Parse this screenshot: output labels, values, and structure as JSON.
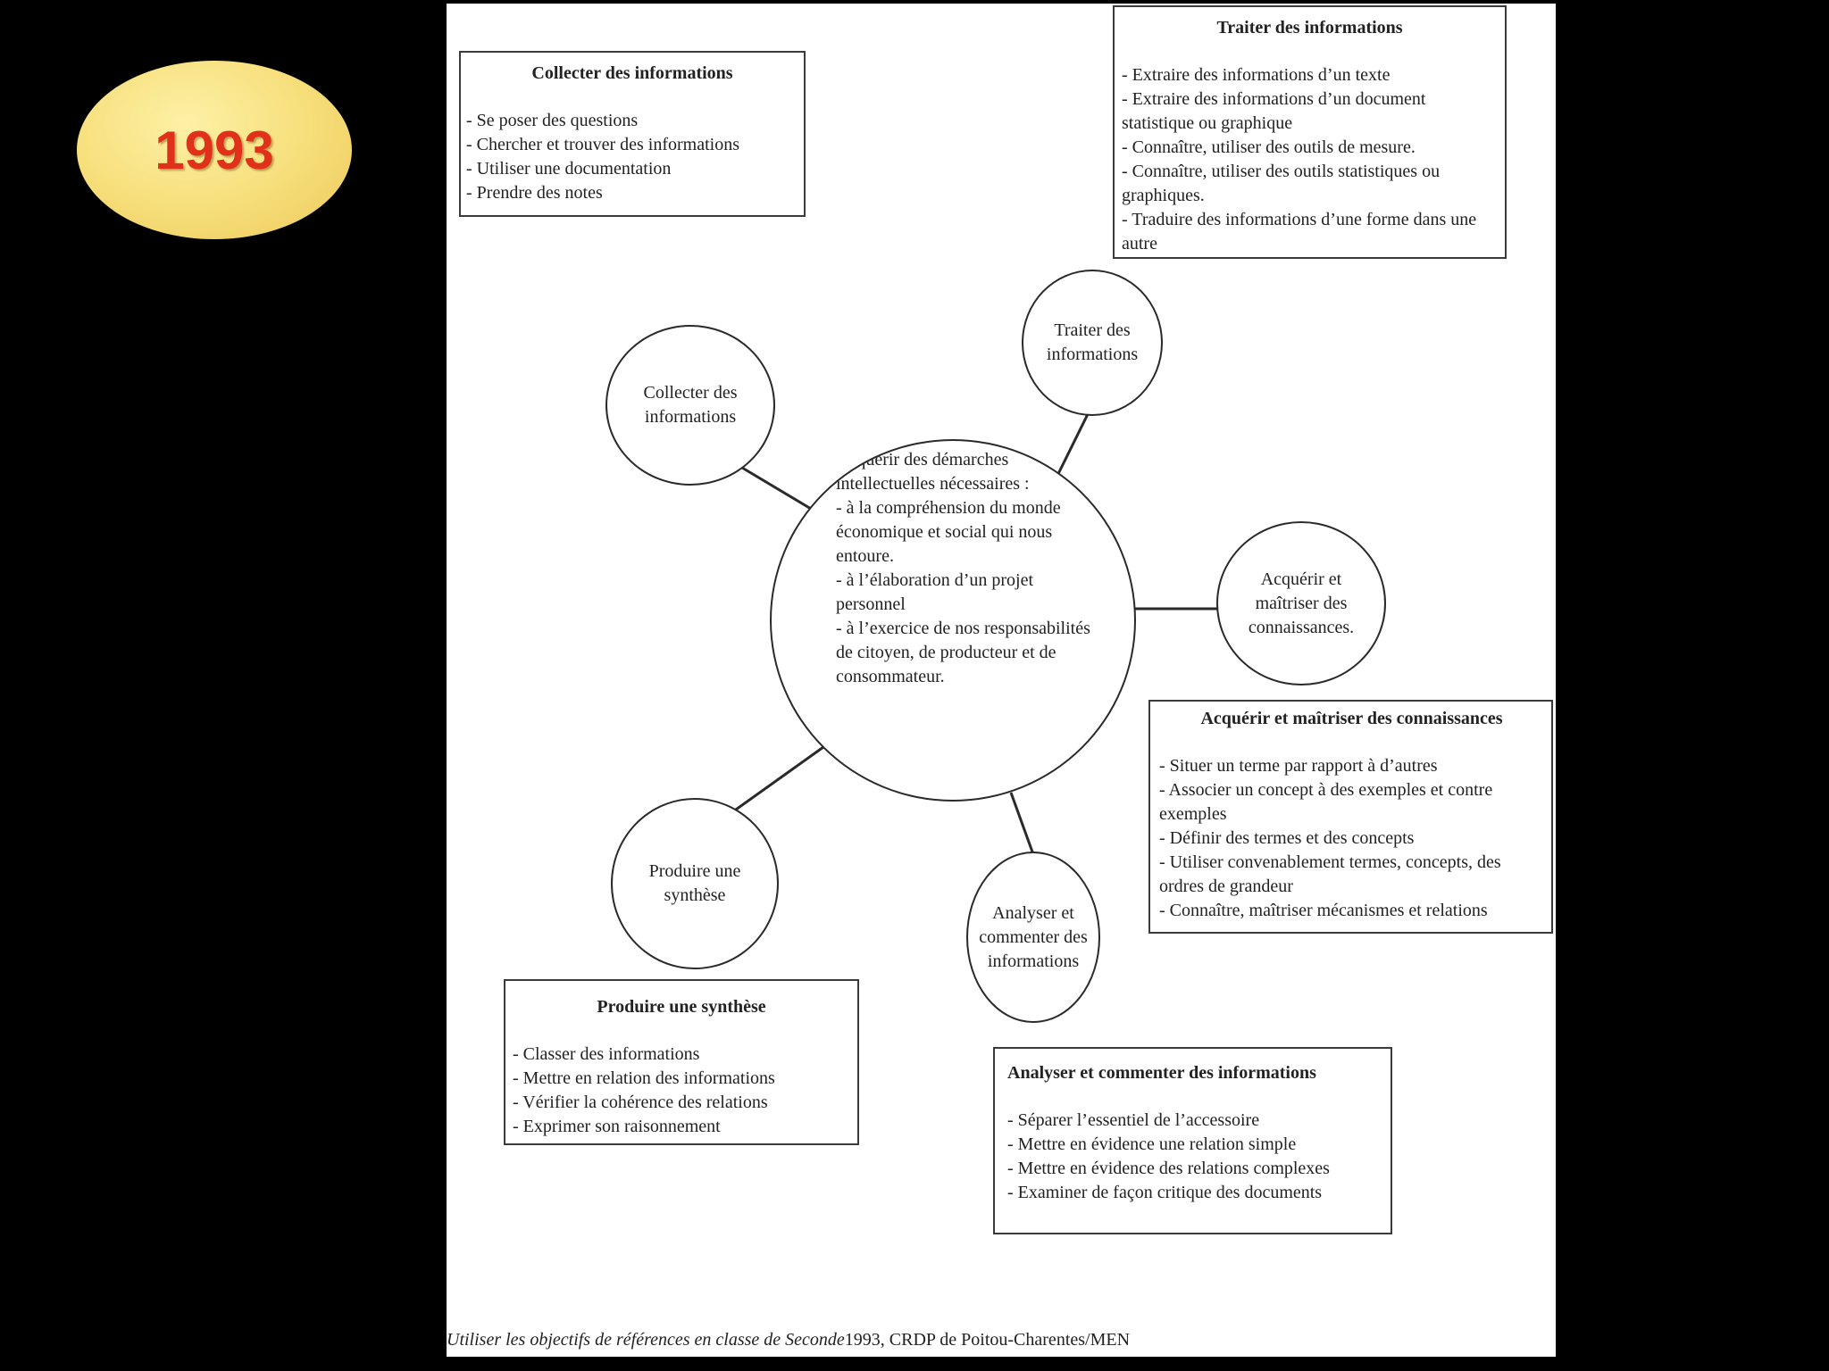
{
  "year": "1993",
  "boxes": {
    "collecter": {
      "title": "Collecter des informations",
      "items": [
        "- Se poser des questions",
        "- Chercher et trouver des informations",
        "- Utiliser une documentation",
        "- Prendre des notes"
      ]
    },
    "traiter": {
      "title": "Traiter des informations",
      "items": [
        "- Extraire des informations d’un texte",
        "- Extraire des informations d’un document statistique ou graphique",
        "- Connaître, utiliser des outils de mesure.",
        "- Connaître, utiliser des outils statistiques ou graphiques.",
        "- Traduire des informations d’une forme dans une autre"
      ]
    },
    "acquerir": {
      "title": "Acquérir et maîtriser des connaissances",
      "items": [
        "- Situer un terme par rapport à d’autres",
        "- Associer un concept à des exemples et contre exemples",
        "- Définir des termes et des concepts",
        "- Utiliser convenablement termes, concepts, des ordres de grandeur",
        "- Connaître, maîtriser mécanismes et relations"
      ]
    },
    "produire": {
      "title": "Produire une synthèse",
      "items": [
        "- Classer des informations",
        "- Mettre en relation des informations",
        "- Vérifier la cohérence des relations",
        "- Exprimer son raisonnement"
      ]
    },
    "analyser": {
      "title": "Analyser et commenter des informations",
      "items": [
        "- Séparer l’essentiel de l’accessoire",
        "- Mettre en évidence une relation simple",
        "- Mettre en évidence des relations complexes",
        "- Examiner de façon critique des documents"
      ]
    }
  },
  "circles": {
    "collecter": "Collecter des informations",
    "traiter": "Traiter des informations",
    "acquerir": "Acquérir et maîtriser des connaissances.",
    "produire": "Produire une synthèse",
    "analyser": "Analyser et commenter des informations"
  },
  "center": {
    "lines": [
      "Acquérir des démarches intellectuelles nécessaires :",
      "- à la compréhension du monde économique et social qui nous entoure.",
      "- à l’élaboration d’un projet personnel",
      "- à l’exercice de nos responsabilités de citoyen, de producteur et de consommateur."
    ]
  },
  "source": {
    "italic": "Utiliser les objectifs de références en classe de Seconde",
    "rest": "1993, CRDP de Poitou-Charentes/MEN"
  }
}
